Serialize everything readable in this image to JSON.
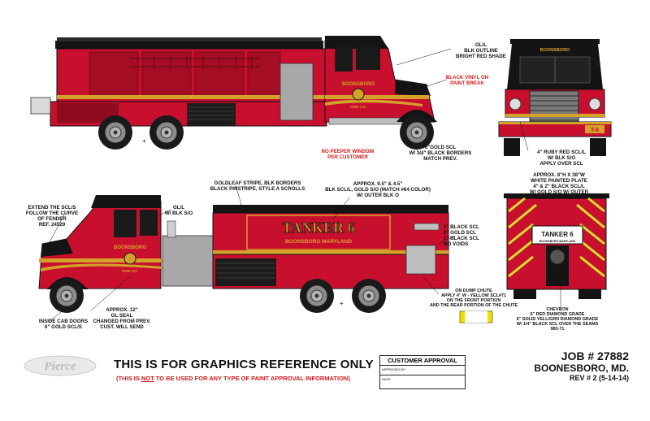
{
  "notes": {
    "gl_blk_outline": "GL/L\nBLK OUTLINE\nBRIGHT RED SHADE",
    "black_vinyl": "BLACK VINYL ON\nPAINT BREAK",
    "gold_scl_front": "6\"GOLD SCL\nW/ 1/4\" BLACK BORDERS\nMATCH PREV.",
    "no_peeper": "NO PEEPER WINDOW\nPER CUSTOMER",
    "ruby_red": "4\" RUBY RED SCL/L\nW/ BLK S/O\nAPPLY OVER SCL",
    "goldleaf_stripe": "GOLDLEAF STRIPE, BLK BORDERS\nBLACK PINSTRIPE, STYLE A SCROLLS",
    "approx_95": "APPROX. 9.5\" & 4.5\"\nBLK SCL/L, GOLD S/O (MATCH #64 COLOR)\nW/ OUTER BLK O",
    "approx_8": "APPROX. 8\"H X 38\"W\nWHITE PAINTED PLATE\n4\" & 2\" BLACK SCL/L\nW/ GOLD S/O W/ OUTER\nBLACK OUTLINE",
    "extend_scl": "EXTEND THE SCL/S\nFOLLOW THE CURVE\nOF FENDER\nREF. 24529",
    "gl_blk_so": "GL/L\nW/ BLK S/O",
    "side_scl": "1\" BLACK SCL\n6\" GOLD SCL\n1\" BLACK SCL\nNO VOIDS",
    "dump_chute": "ON DUMP CHUTE\nAPPLY 4\" W - YELLOW SCL#71\nON THE FRONT PORTION\nAND THE REAR PORTION OF THE CHUTE",
    "chevron": "CHEVRON\n6\" RED DIAMOND GRADE\n6\" SOLID YELL/GRN DIAMOND GRADE\nW/ 1/4\" BLACK SCL OVER THE SEAMS\n983-71",
    "gl_seal": "APPROX. 12\"\nGL SEAL\nCHANGED FROM PREV.\nCUST. WILL SEND",
    "inside_cab": "INSIDE CAB DOORS\n6\" GOLD SCL/S"
  },
  "truck_text": {
    "tanker_label": "TANKER 6",
    "tanker_sub": "BOONSBORO MARYLAND",
    "cab_top": "BOONSBORO",
    "cab_bottom": "FIRE CO.",
    "front_banner": "BOONSBORO",
    "rear_label": "TANKER 6",
    "rear_sub": "BOONSBORO MARYLAND",
    "bumper_tag": "T-6"
  },
  "footer": {
    "logo": "Pierce",
    "title": "THIS IS FOR GRAPHICS REFERENCE ONLY",
    "sub_pre": "(THIS IS ",
    "sub_not": "NOT",
    "sub_post": " TO BE USED FOR ANY TYPE OF PAINT APPROVAL INFORMATION)",
    "approval_title": "CUSTOMER APPROVAL",
    "approved_by": "APPROVED BY:",
    "date": "DATE:",
    "job": "JOB # 27882",
    "customer": "BOONESBORO, MD.",
    "rev": "REV # 2 (5-14-14)"
  },
  "colors": {
    "red": "#c8102e",
    "dark_red": "#8e0c1e",
    "gold": "#d4a12a",
    "black": "#141414",
    "gray": "#9a9a9a"
  }
}
